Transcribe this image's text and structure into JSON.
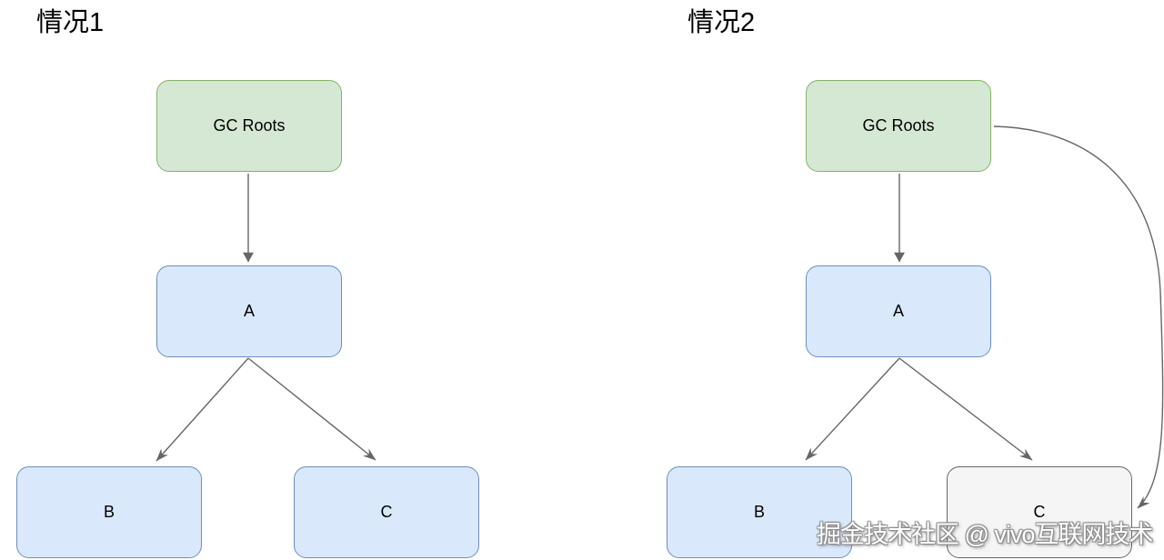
{
  "watermark": {
    "text": "掘金技术社区 @ vivo互联网技术"
  },
  "colors": {
    "green_fill": "#d5e8d4",
    "green_border": "#82b366",
    "blue_fill": "#dae8fc",
    "blue_border": "#6c8ebf",
    "gray_fill": "#f5f5f5",
    "gray_border": "#666666",
    "arrow": "#666666",
    "text": "#000000"
  },
  "cases": [
    {
      "title": "情况1",
      "nodes": {
        "root": {
          "label": "GC Roots",
          "fill": "#d5e8d4",
          "border": "#82b366"
        },
        "a": {
          "label": "A",
          "fill": "#dae8fc",
          "border": "#6c8ebf"
        },
        "b": {
          "label": "B",
          "fill": "#dae8fc",
          "border": "#6c8ebf"
        },
        "c": {
          "label": "C",
          "fill": "#dae8fc",
          "border": "#6c8ebf"
        }
      },
      "edges": [
        {
          "from": "GC Roots",
          "to": "A"
        },
        {
          "from": "A",
          "to": "B"
        },
        {
          "from": "A",
          "to": "C"
        }
      ]
    },
    {
      "title": "情况2",
      "nodes": {
        "root": {
          "label": "GC Roots",
          "fill": "#d5e8d4",
          "border": "#82b366"
        },
        "a": {
          "label": "A",
          "fill": "#dae8fc",
          "border": "#6c8ebf"
        },
        "b": {
          "label": "B",
          "fill": "#dae8fc",
          "border": "#6c8ebf"
        },
        "c": {
          "label": "C",
          "fill": "#f5f5f5",
          "border": "#666666"
        }
      },
      "edges": [
        {
          "from": "GC Roots",
          "to": "A"
        },
        {
          "from": "A",
          "to": "B"
        },
        {
          "from": "A",
          "to": "C"
        },
        {
          "from": "GC Roots",
          "to": "C",
          "shape": "curved-right"
        }
      ]
    }
  ]
}
